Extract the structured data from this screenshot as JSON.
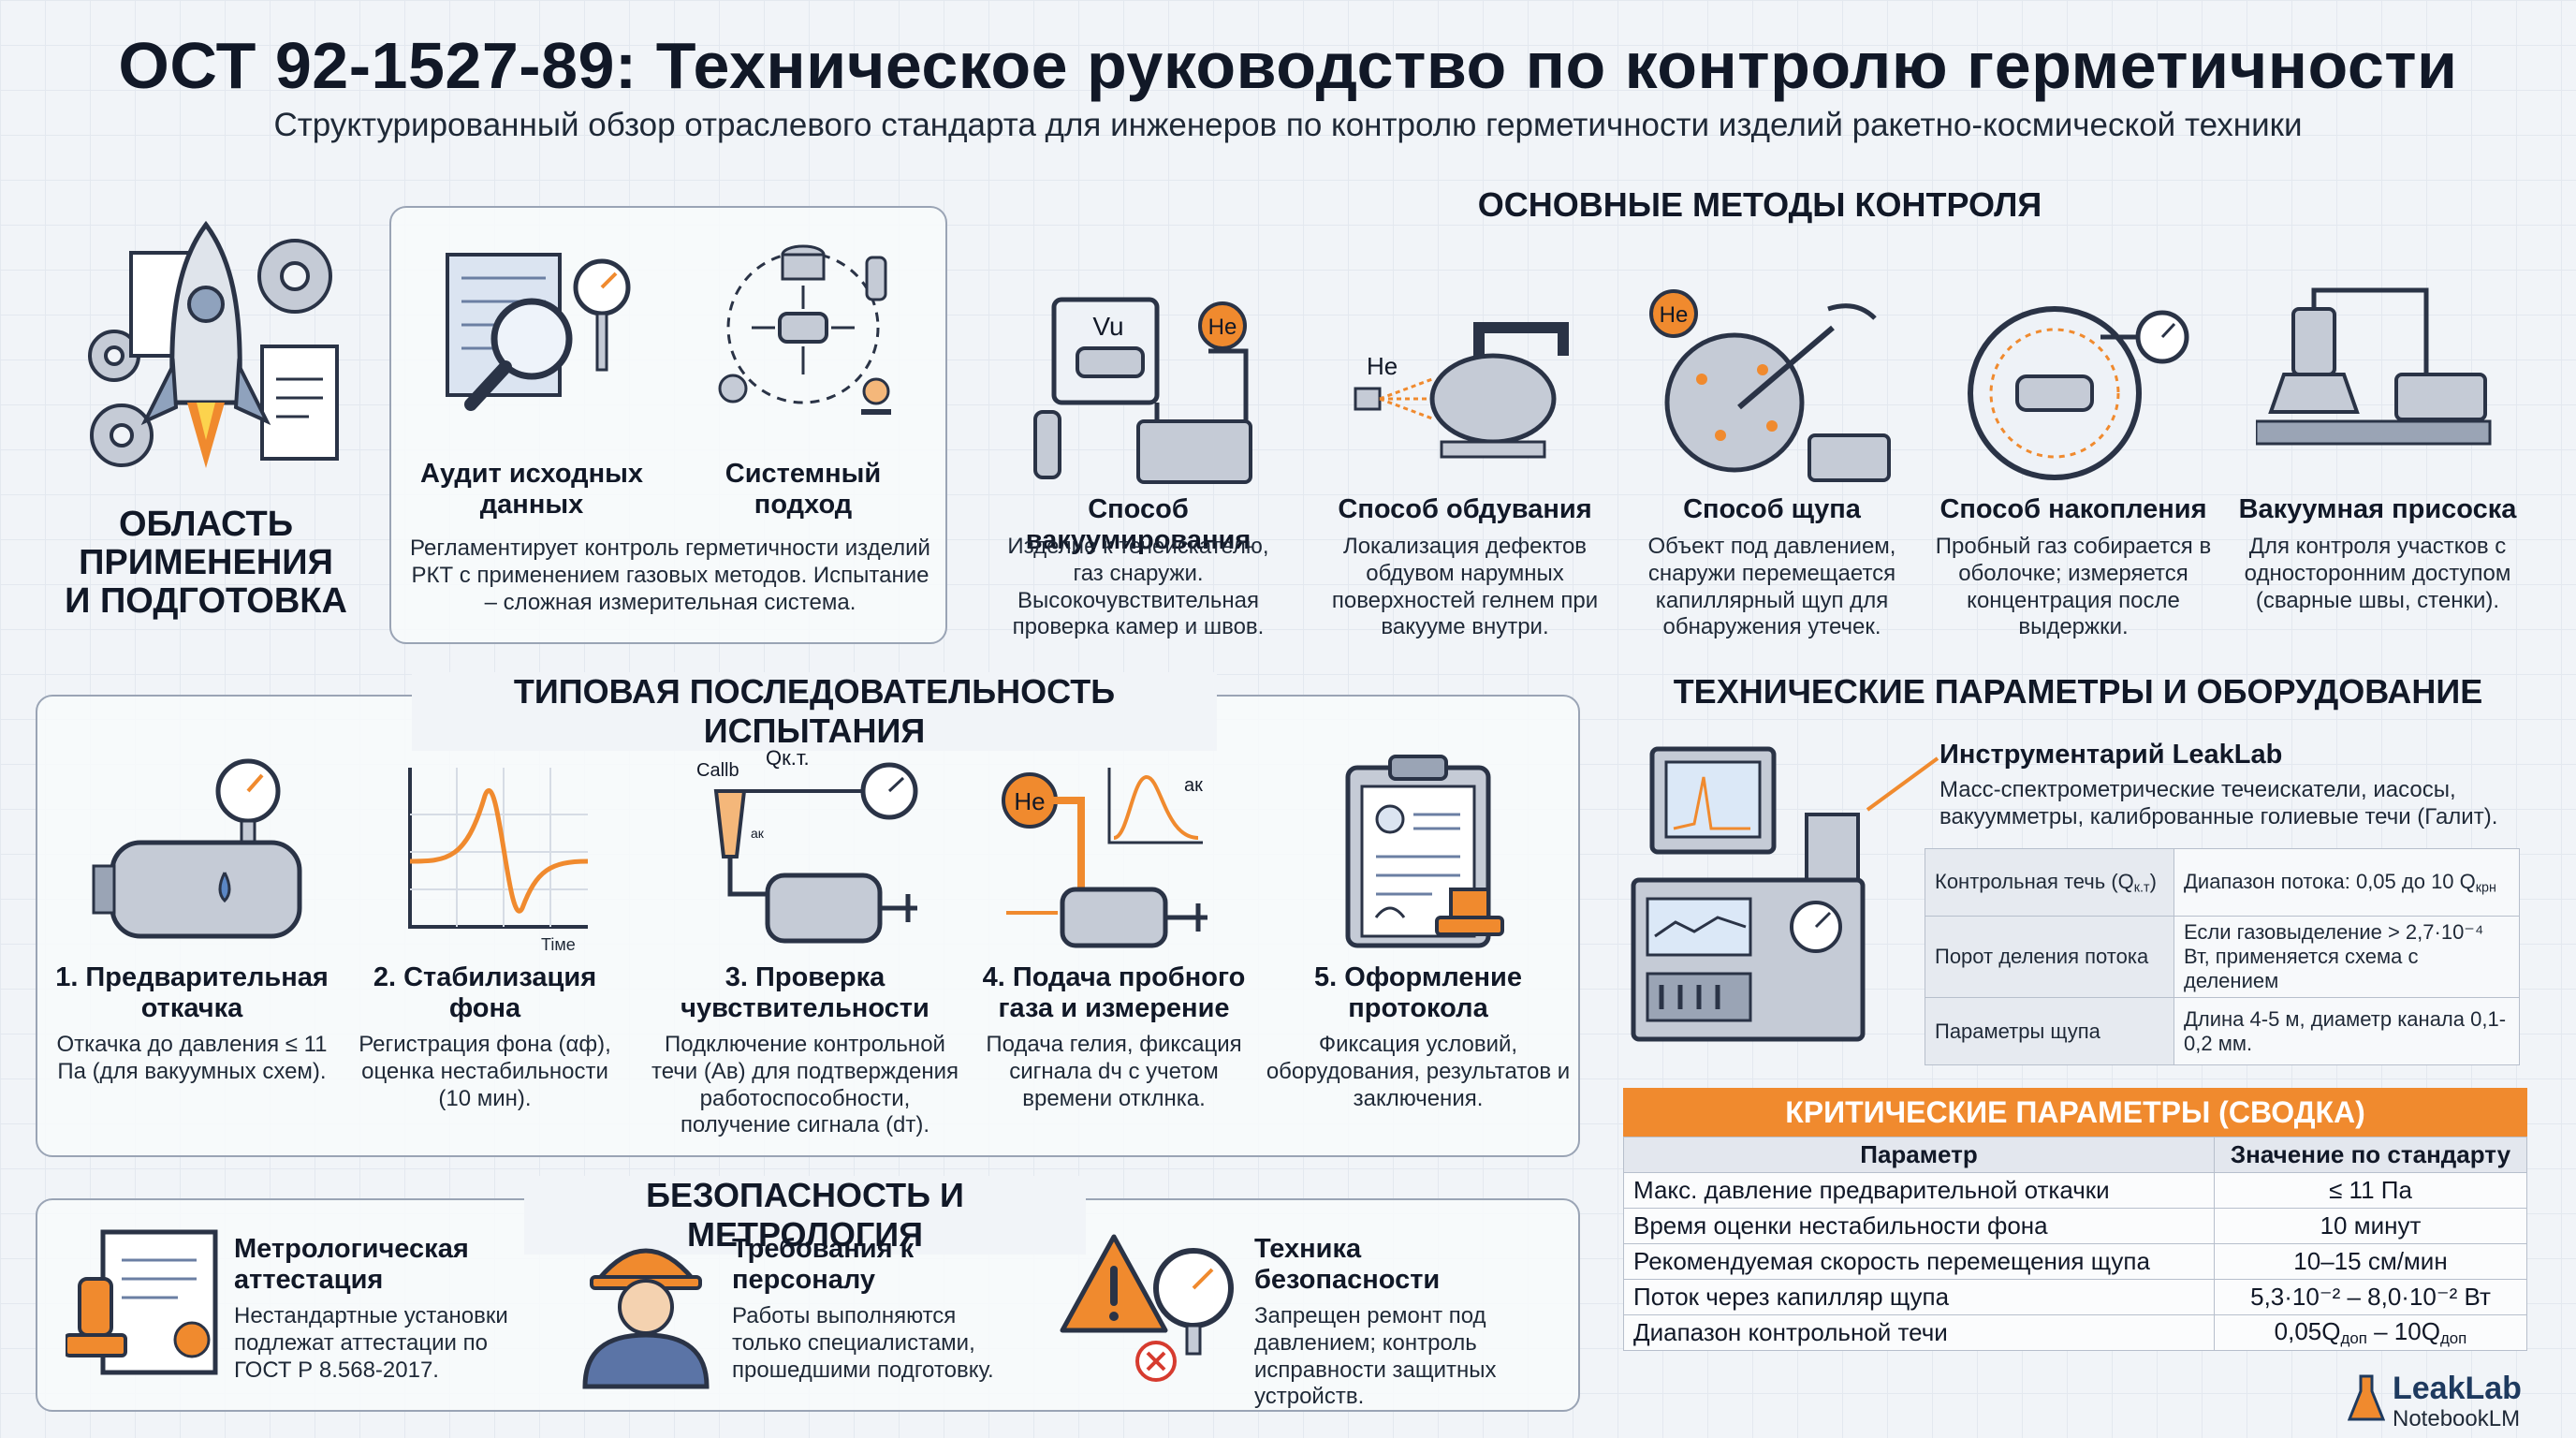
{
  "header": {
    "title": "ОСТ 92-1527-89: Техническое руководство по контролю герметичности",
    "subtitle": "Структурированный обзор отраслевого стандарта для инженеров по контролю герметичности изделий ракетно-космической техники"
  },
  "scope": {
    "title_lines": [
      "ОБЛАСТЬ",
      "ПРИМЕНЕНИЯ",
      "И ПОДГОТОВКА"
    ],
    "audit_label": "Аудит исходных данных",
    "system_label": "Системный подход",
    "description": "Регламентирует контроль герметичности изделий РКТ с применением газовых методов. Испытание – сложная измерительная система."
  },
  "methods": {
    "section_title": "ОСНОВНЫЕ МЕТОДЫ КОНТРОЛЯ",
    "items": [
      {
        "title": "Способ вакуумирования",
        "desc": "Изделие к течеискателю, газ снаружи. Высокочувствительная проверка камер и швов.",
        "icon_label_1": "Vu",
        "icon_label_2": "He"
      },
      {
        "title": "Способ обдувания",
        "desc": "Локализация дефектов обдувом нарумных поверхностей гелнем при вакууме внутри.",
        "icon_label_1": "He"
      },
      {
        "title": "Способ щупа",
        "desc": "Объект под давлением, снаружи перемещается капиллярный щуп для обнаружения утечек.",
        "icon_label_1": "He"
      },
      {
        "title": "Способ накопления",
        "desc": "Пробный газ собирается в оболочке; измеряется концентрация после выдержки."
      },
      {
        "title": "Вакуумная присоска",
        "desc": "Для контроля участков с односторонним доступом (сварные швы, стенки)."
      }
    ]
  },
  "sequence": {
    "section_title": "ТИПОВАЯ ПОСЛЕДОВАТЕЛЬНОСТЬ ИСПЫТАНИЯ",
    "steps": [
      {
        "title": "1. Предварительная откачка",
        "desc": "Откачка до давления ≤ 11 Па (для вакуумных схем)."
      },
      {
        "title": "2. Стабилизация фона",
        "desc": "Регистрация фона (αф), оценка нестабильности (10 мин).",
        "icon_label": "Tiмe"
      },
      {
        "title": "3. Проверка чувствительности",
        "desc": "Подключение контрольной течи (Aв) для подтверждения работоспособности, получение сигнала (dт).",
        "icon_label_1": "Callb",
        "icon_label_2": "Qк.т.",
        "icon_label_3": "ак"
      },
      {
        "title": "4. Подача пробного газа и измерение",
        "desc": "Подача гелия, фиксация сигнала dч с учетом времени отклнка.",
        "icon_label_1": "He",
        "icon_label_2": "ак"
      },
      {
        "title": "5. Оформление протокола",
        "desc": "Фиксация условий, оборудования, результатов и заключения."
      }
    ]
  },
  "safety": {
    "section_title": "БЕЗОПАСНОСТЬ И МЕТРОЛОГИЯ",
    "items": [
      {
        "title": "Метрологическая аттестация",
        "desc": "Нестандартные установки подлежат аттестации по ГОСТ Р 8.568-2017."
      },
      {
        "title": "Требования к персоналу",
        "desc": "Работы выполняются только специалистами, прошедшими подготовку."
      },
      {
        "title": "Техника безопасности",
        "desc": "Запрещен ремонт под давлением; контроль исправности защитных устройств."
      }
    ]
  },
  "equipment": {
    "section_title": "ТЕХНИЧЕСКИЕ ПАРАМЕТРЫ И ОБОРУДОВАНИЕ",
    "title": "Инструментарий LeakLab",
    "desc": "Масс-спектрометрические течеискатели, иасосы, вакуумметры, калиброванные голиевые течи (Галит).",
    "params": [
      {
        "key": "Контрольная течь (Qк.т)",
        "value": "Диапазон потока: 0,05 до 10 Qкрн"
      },
      {
        "key": "Порот деления потока",
        "value": "Если газовыделение > 2,7·10⁻⁴ Вт, применяется схема с делением"
      },
      {
        "key": "Параметры щупа",
        "value": "Длина 4-5 м, диаметр канала 0,1-0,2 мм."
      }
    ]
  },
  "critical": {
    "title": "КРИТИЧЕСКИЕ ПАРАМЕТРЫ (СВОДКА)",
    "col1": "Параметр",
    "col2": "Значение по стандарту",
    "rows": [
      {
        "param": "Макс. давление предварительной откачки",
        "value": "≤ 11 Па"
      },
      {
        "param": "Время оценки нестабильности фона",
        "value": "10 минут"
      },
      {
        "param": "Рекомендуемая скорость перемещения щупа",
        "value": "10–15 см/мин"
      },
      {
        "param": "Поток через капилляр щупа",
        "value": "5,3·10⁻² – 8,0·10⁻² Вт"
      },
      {
        "param": "Диапазон контрольной течи",
        "value": "0,05Qдоп – 10Qдоп"
      }
    ]
  },
  "footer": {
    "brand": "LeakLab",
    "powered": "NotebookLM"
  }
}
